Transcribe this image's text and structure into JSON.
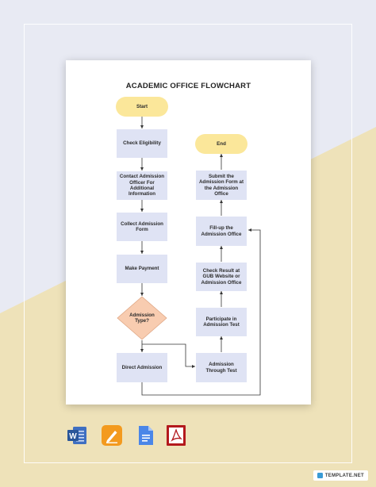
{
  "title": "ACADEMIC OFFICE FLOWCHART",
  "flowchart": {
    "start": "Start",
    "check_eligibility": "Check Eligibility",
    "contact_officer": "Contact Admission Officer For Additional Information",
    "collect_form": "Collect Admission Form",
    "make_payment": "Make Payment",
    "decision": "Admission Type?",
    "direct_admission": "Direct Admission",
    "admission_through_test": "Admission Through Test",
    "participate_test": "Participate in Admission Test",
    "check_result": "Check Result at GUB Website or Admission Office",
    "fill_up": "Fill-up the Admission Office",
    "submit_form": "Submit the Admission Form at the Admission Office",
    "end": "End"
  },
  "colors": {
    "terminal": "#fbe79a",
    "process": "#dfe3f4",
    "decision": "#f8ccb0",
    "background_top": "#e8eaf3",
    "background_bottom": "#eee2b9"
  },
  "apps": [
    {
      "name": "word-icon",
      "label": "W"
    },
    {
      "name": "pages-icon",
      "label": ""
    },
    {
      "name": "google-docs-icon",
      "label": ""
    },
    {
      "name": "pdf-icon",
      "label": ""
    }
  ],
  "watermark": "TEMPLATE.NET"
}
